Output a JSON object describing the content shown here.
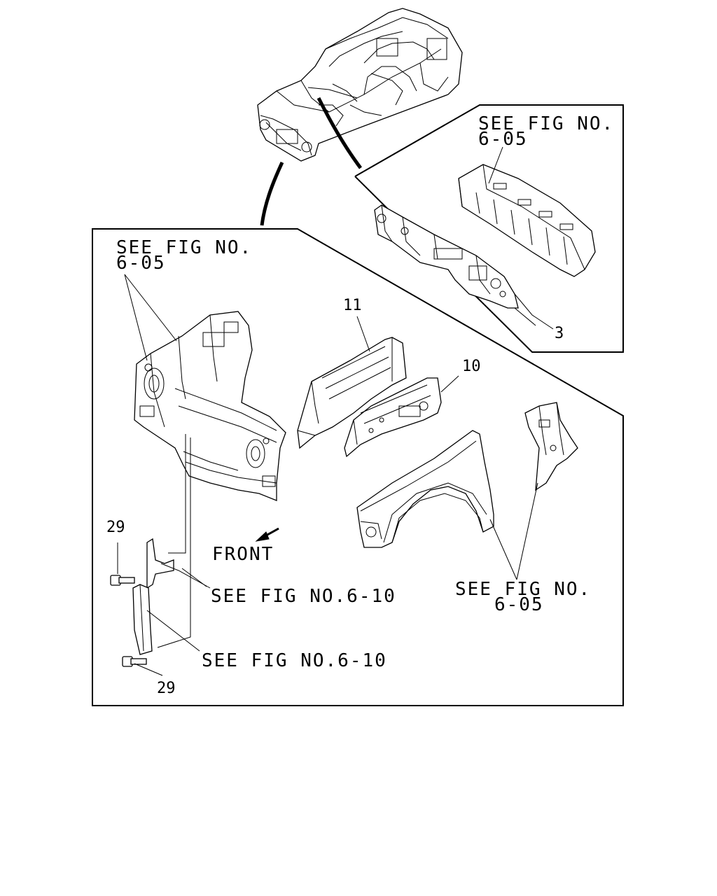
{
  "callouts": {
    "top_right_ref_line1": "SEE FIG NO.",
    "top_right_ref_line2": "6-05",
    "left_ref_line1": "SEE FIG NO.",
    "left_ref_line2": "6-05",
    "right_ref_line1": "SEE FIG NO.",
    "right_ref_line2": "6-05",
    "mid_ref": "SEE FIG NO.6-10",
    "low_ref": "SEE FIG NO.6-10",
    "front_label": "FRONT"
  },
  "part_numbers": {
    "p3": "3",
    "p10": "10",
    "p11": "11",
    "p29_top": "29",
    "p29_bottom": "29"
  }
}
